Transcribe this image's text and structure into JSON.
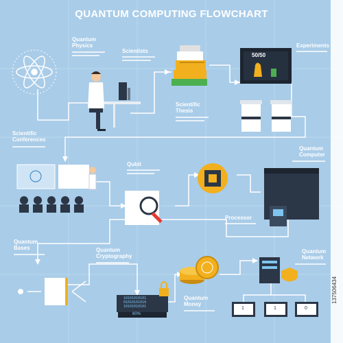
{
  "title": "QUANTUM COMPUTING FLOWCHART",
  "labels": {
    "quantum_physics": "Quantum\nPhysics",
    "scientists": "Scientists",
    "scientific_thesis": "Scientific\nThesis",
    "experiments": "Experiments",
    "scientific_conferences": "Scientific\nConferences",
    "qubit": "Qubit",
    "quantum_computer": "Quantum\nComputer",
    "processor": "Processor",
    "quantum_bases": "Quantum\nBases",
    "quantum_cryptography": "Quantum\nCryptography",
    "quantum_network": "Quantum\nNetwork",
    "quantum_money": "Quantum\nMoney"
  },
  "screen_text": {
    "ratio": "50/50",
    "binary_1": "10101010101",
    "binary_2": "01010101010",
    "binary_3": "10101010101",
    "percent": "60%",
    "terminal_1": "1",
    "terminal_2": "1",
    "terminal_3": "0"
  },
  "stock_id": "137506434",
  "colors": {
    "background": "#a9cce8",
    "flow_line": "#ffffff",
    "accent_yellow": "#f2b01e",
    "dark_panel": "#2b3646"
  }
}
